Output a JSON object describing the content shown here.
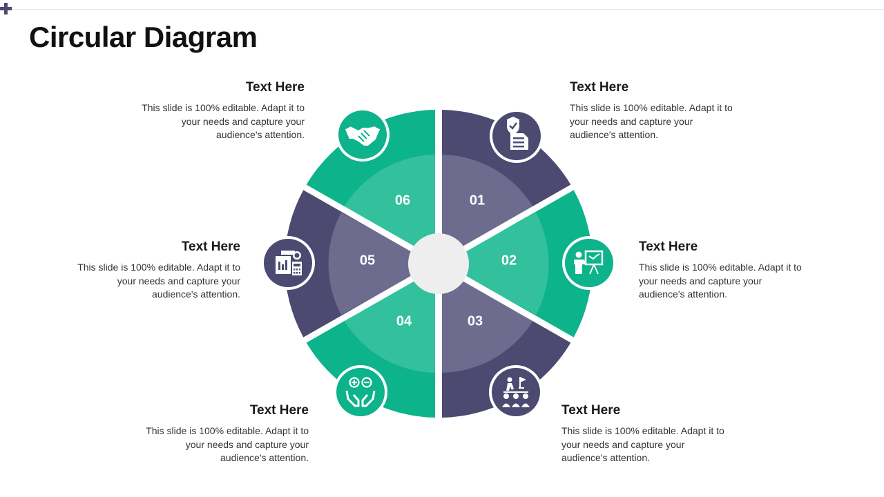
{
  "slide": {
    "title": "Circular Diagram"
  },
  "colors": {
    "green": "#0db38a",
    "green_inner": "#33c19d",
    "navy": "#4c4a70",
    "navy_inner": "#6e6c8e",
    "center": "#eeeeee"
  },
  "segments": [
    {
      "number": "01",
      "icon": "shield-document-icon",
      "heading": "Text Here",
      "body": "This slide is 100% editable. Adapt it to your needs and capture your audience's attention."
    },
    {
      "number": "02",
      "icon": "presentation-board-icon",
      "heading": "Text Here",
      "body": "This slide is 100% editable. Adapt it to your needs and capture your audience's attention."
    },
    {
      "number": "03",
      "icon": "team-goal-flag-icon",
      "heading": "Text Here",
      "body": "This slide is 100% editable. Adapt it to your needs and capture your audience's attention."
    },
    {
      "number": "04",
      "icon": "hands-plus-minus-icon",
      "heading": "Text Here",
      "body": "This slide is 100% editable. Adapt it to your needs and capture your audience's attention."
    },
    {
      "number": "05",
      "icon": "finance-calculator-icon",
      "heading": "Text Here",
      "body": "This slide is 100% editable. Adapt it to your needs and capture your audience's attention."
    },
    {
      "number": "06",
      "icon": "handshake-icon",
      "heading": "Text Here",
      "body": "This slide is 100% editable. Adapt it to your needs and capture your audience's attention."
    }
  ]
}
